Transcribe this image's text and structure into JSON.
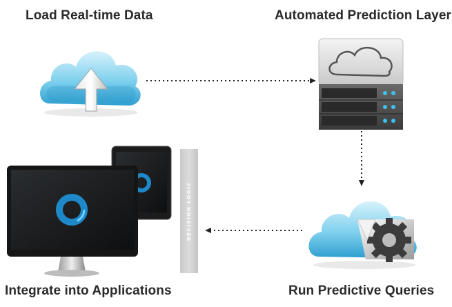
{
  "steps": {
    "load": {
      "label": "Load Real-time Data",
      "icon": "cloud-upload-icon"
    },
    "predict": {
      "label": "Automated Prediction Layer",
      "icon": "server-cloud-icon"
    },
    "queries": {
      "label": "Run Predictive Queries",
      "icon": "cloud-gear-icon"
    },
    "integrate": {
      "label": "Integrate into Applications",
      "icon": "monitor-tablet-icon"
    }
  },
  "decision_bar": {
    "text": "DECISION LOGIC"
  },
  "colors": {
    "cloud_blue": "#4db8e0",
    "cloud_light": "#bfe9f7",
    "arrow_dots": "#222222",
    "screen_ring": "#1e88c8",
    "bar_gray": "#d3d3d3"
  }
}
